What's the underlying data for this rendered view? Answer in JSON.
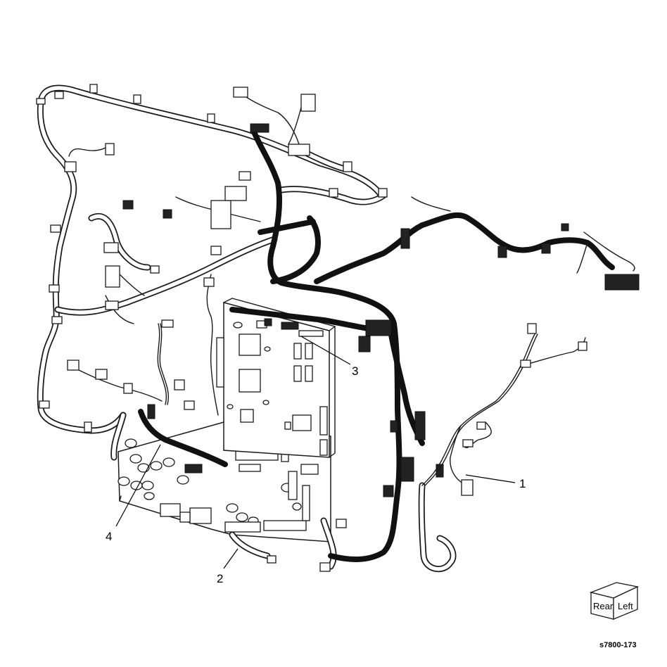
{
  "figure": {
    "id_label": "s7800-173",
    "callouts": [
      "1",
      "2",
      "3",
      "4"
    ],
    "orientation_cube": {
      "face_front": "Rear",
      "face_side": "Left"
    }
  },
  "colors": {
    "line": "#1a1a1a",
    "harness_black": "#111111",
    "background": "#ffffff"
  },
  "icons": [
    "orientation-cube-icon"
  ]
}
